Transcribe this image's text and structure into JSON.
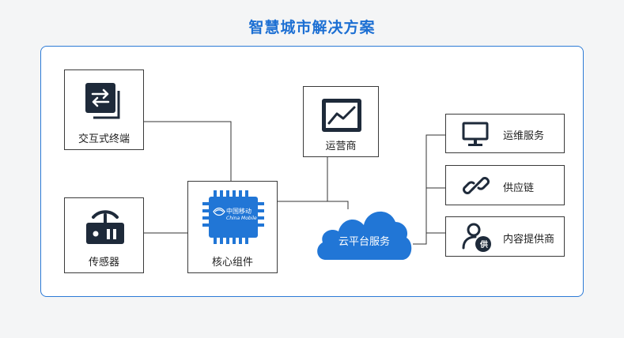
{
  "title": "智慧城市解决方案",
  "nodes": {
    "terminal": {
      "label": "交互式终端",
      "icon": "swap-arrows-icon"
    },
    "sensor": {
      "label": "传感器",
      "icon": "sensor-device-icon"
    },
    "core": {
      "label": "核心组件",
      "icon": "chip-icon",
      "chip_logo": "中国移动",
      "chip_logo_sub": "China Mobile"
    },
    "operator": {
      "label": "运营商",
      "icon": "line-chart-monitor-icon"
    },
    "cloud": {
      "label": "云平台服务"
    },
    "ops": {
      "label": "运维服务",
      "icon": "monitor-icon"
    },
    "supply": {
      "label": "供应链",
      "icon": "link-icon"
    },
    "content": {
      "label": "内容提供商",
      "icon": "user-badge-icon",
      "badge": "供"
    }
  },
  "colors": {
    "accent": "#1c6fd3",
    "icon_dark": "#1e2a3a",
    "cloud": "#2176d6"
  }
}
